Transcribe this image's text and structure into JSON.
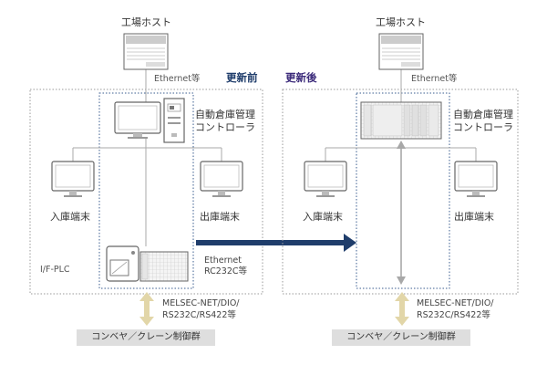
{
  "colors": {
    "before_heading": "#1f3d6b",
    "after_heading": "#3b2a7a",
    "migration_arrow": "#1f3d6b",
    "bidirectional_arrow": "#e2d6a8",
    "device_frame": "#666666",
    "conveyor_box": "#dedede"
  },
  "icons": [
    "server-icon",
    "monitor-icon",
    "desktop-pc-icon",
    "terminal-icon",
    "plc-unit-icon",
    "updown-arrow-icon",
    "right-arrow-icon"
  ],
  "before": {
    "heading": "更新前",
    "host_label": "工場ホスト",
    "host_link_label": "Ethernet等",
    "controller_label_line1": "自動倉庫管理",
    "controller_label_line2": "コントローラ",
    "input_terminal_label": "入庫端末",
    "output_terminal_label": "出庫端末",
    "plc_label": "I/F-PLC",
    "plc_link_line1": "Ethernet",
    "plc_link_line2": "RC232C等",
    "field_link_line1": "MELSEC-NET/DIO/",
    "field_link_line2": "RS232C/RS422等",
    "conveyor_label": "コンベヤ／クレーン制御群"
  },
  "after": {
    "heading": "更新後",
    "host_label": "工場ホスト",
    "host_link_label": "Ethernet等",
    "controller_label_line1": "自動倉庫管理",
    "controller_label_line2": "コントローラ",
    "input_terminal_label": "入庫端末",
    "output_terminal_label": "出庫端末",
    "field_link_line1": "MELSEC-NET/DIO/",
    "field_link_line2": "RS232C/RS422等",
    "conveyor_label": "コンベヤ／クレーン制御群"
  }
}
